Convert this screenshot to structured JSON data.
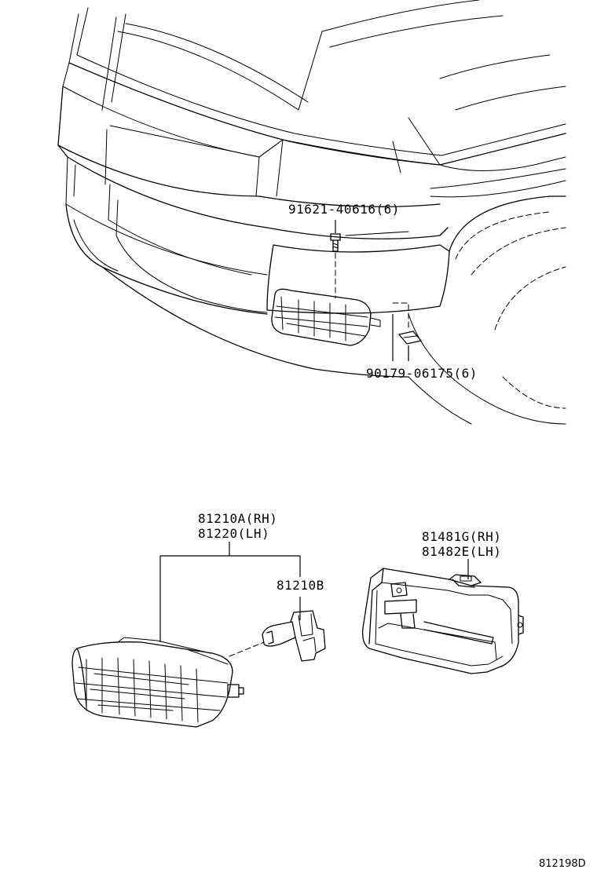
{
  "labels": {
    "screw": "91621-40616(6)",
    "nut": "90179-06175(6)",
    "lamp_rh": "81210A(RH)",
    "lamp_lh": "81220(LH)",
    "bulb": "81210B",
    "bracket_rh": "81481G(RH)",
    "bracket_lh": "81482E(LH)"
  },
  "diagram_code": "812198D"
}
